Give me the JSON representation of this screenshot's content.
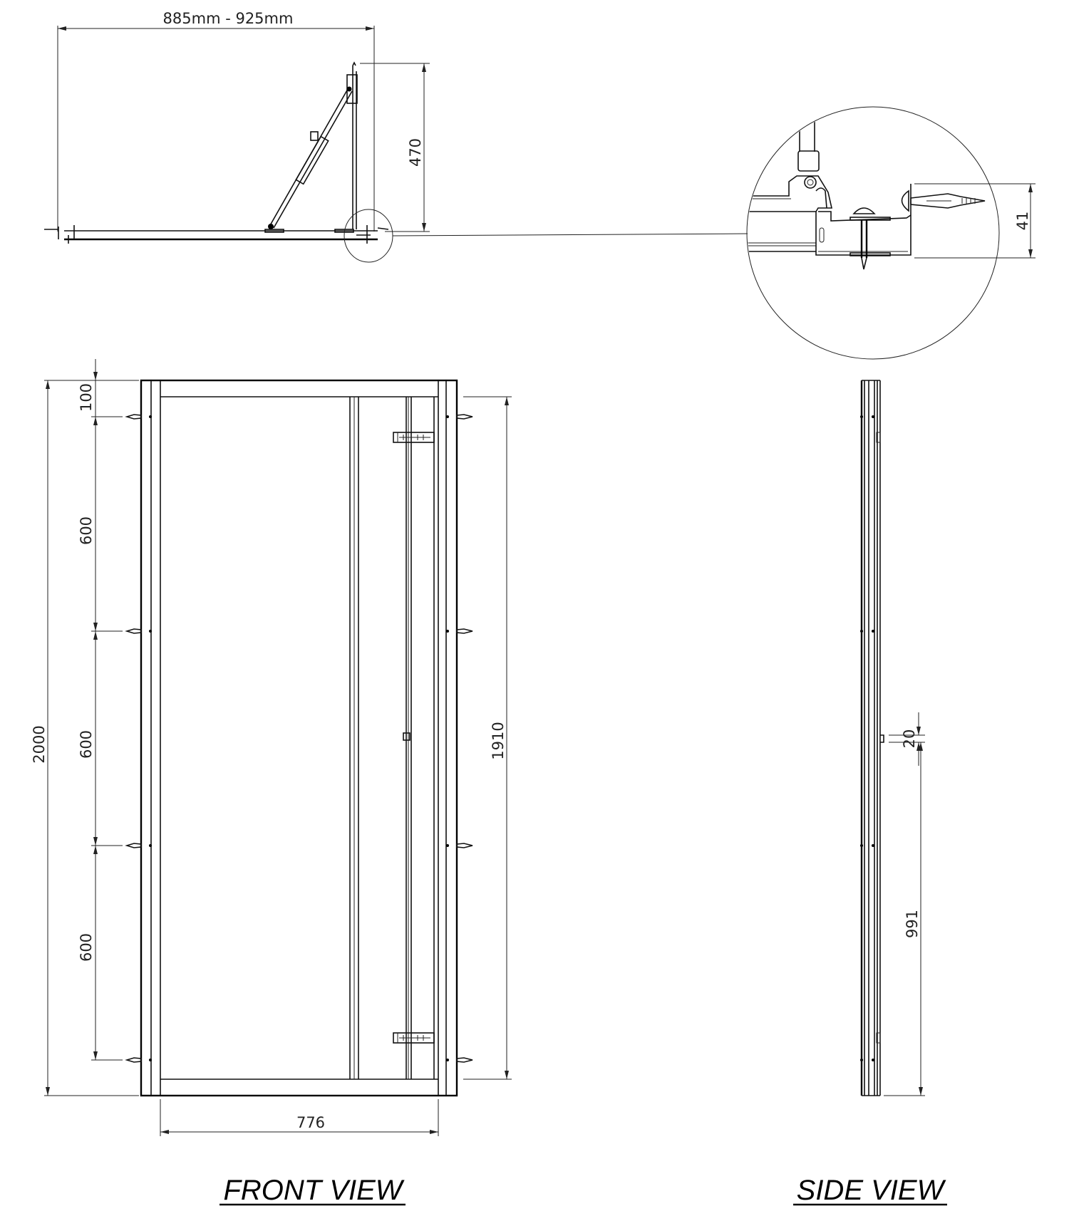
{
  "drawing": {
    "top_view": {
      "width_dimension": "885mm - 925mm",
      "height_dimension": "470"
    },
    "detail_view": {
      "height_dimension": "41"
    },
    "front_view": {
      "title": "FRONT VIEW",
      "overall_height": "2000",
      "top_offset": "100",
      "spacing_1": "600",
      "spacing_2": "600",
      "spacing_3": "600",
      "inner_height": "1910",
      "inner_width": "776"
    },
    "side_view": {
      "title": "SIDE VIEW",
      "latch_height": "20",
      "latch_offset": "991"
    }
  },
  "colors": {
    "line": "#000000",
    "background": "#ffffff"
  }
}
